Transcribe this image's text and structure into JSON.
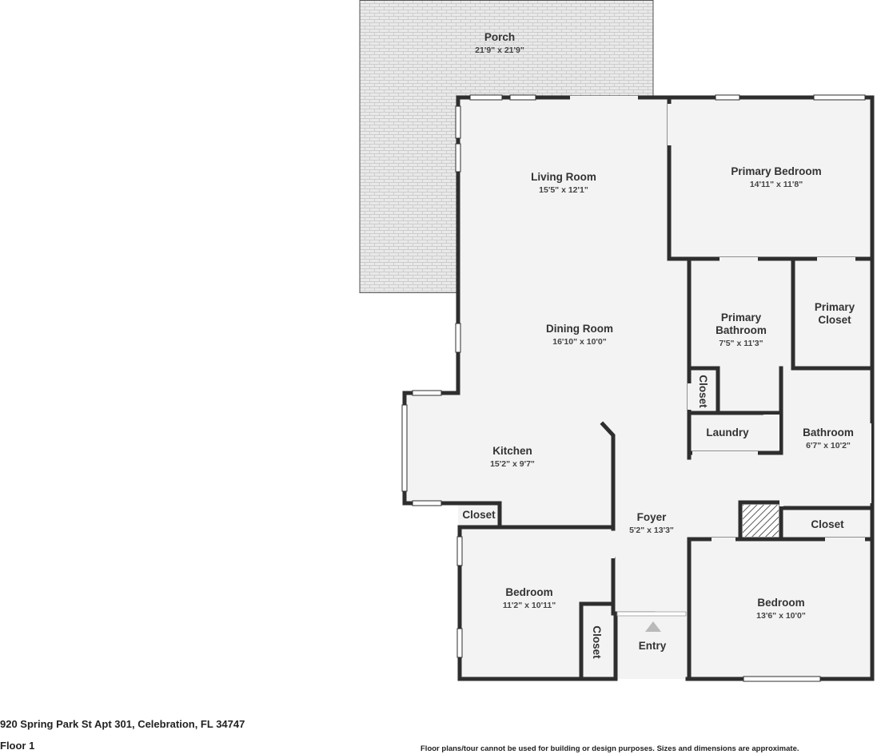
{
  "colors": {
    "wall": "#2e2e2e",
    "floor": "#f3f3f3",
    "porch": "#e9e9e9",
    "tile_line": "#cccccc",
    "window": "#ffffff",
    "entry_arrow": "#b9b9b9"
  },
  "rooms": {
    "porch": {
      "name": "Porch",
      "dims": "21'9\" x 21'9\""
    },
    "living_room": {
      "name": "Living Room",
      "dims": "15'5\" x 12'1\""
    },
    "dining_room": {
      "name": "Dining Room",
      "dims": "16'10\" x 10'0\""
    },
    "kitchen": {
      "name": "Kitchen",
      "dims": "15'2\" x 9'7\""
    },
    "foyer": {
      "name": "Foyer",
      "dims": "5'2\" x 13'3\""
    },
    "primary_bedroom": {
      "name": "Primary Bedroom",
      "dims": "14'11\" x 11'8\""
    },
    "primary_bathroom": {
      "name_line1": "Primary",
      "name_line2": "Bathroom",
      "dims": "7'5\" x 11'3\""
    },
    "primary_closet": {
      "name_line1": "Primary",
      "name_line2": "Closet"
    },
    "hall_closet": {
      "name": "Closet"
    },
    "laundry": {
      "name": "Laundry"
    },
    "bathroom": {
      "name": "Bathroom",
      "dims": "6'7\" x 10'2\""
    },
    "kitchen_closet": {
      "name": "Closet"
    },
    "bathroom_closet": {
      "name": "Closet"
    },
    "bedroom_left": {
      "name": "Bedroom",
      "dims": "11'2\" x 10'11\""
    },
    "bedroom_left_closet": {
      "name": "Closet"
    },
    "bedroom_right": {
      "name": "Bedroom",
      "dims": "13'6\" x 10'0\""
    },
    "entry": {
      "name": "Entry"
    }
  },
  "footer": {
    "address": "920 Spring Park St Apt 301, Celebration, FL 34747",
    "floor": "Floor 1",
    "disclaimer": "Floor plans/tour cannot be used for building or design purposes. Sizes and dimensions are approximate."
  }
}
